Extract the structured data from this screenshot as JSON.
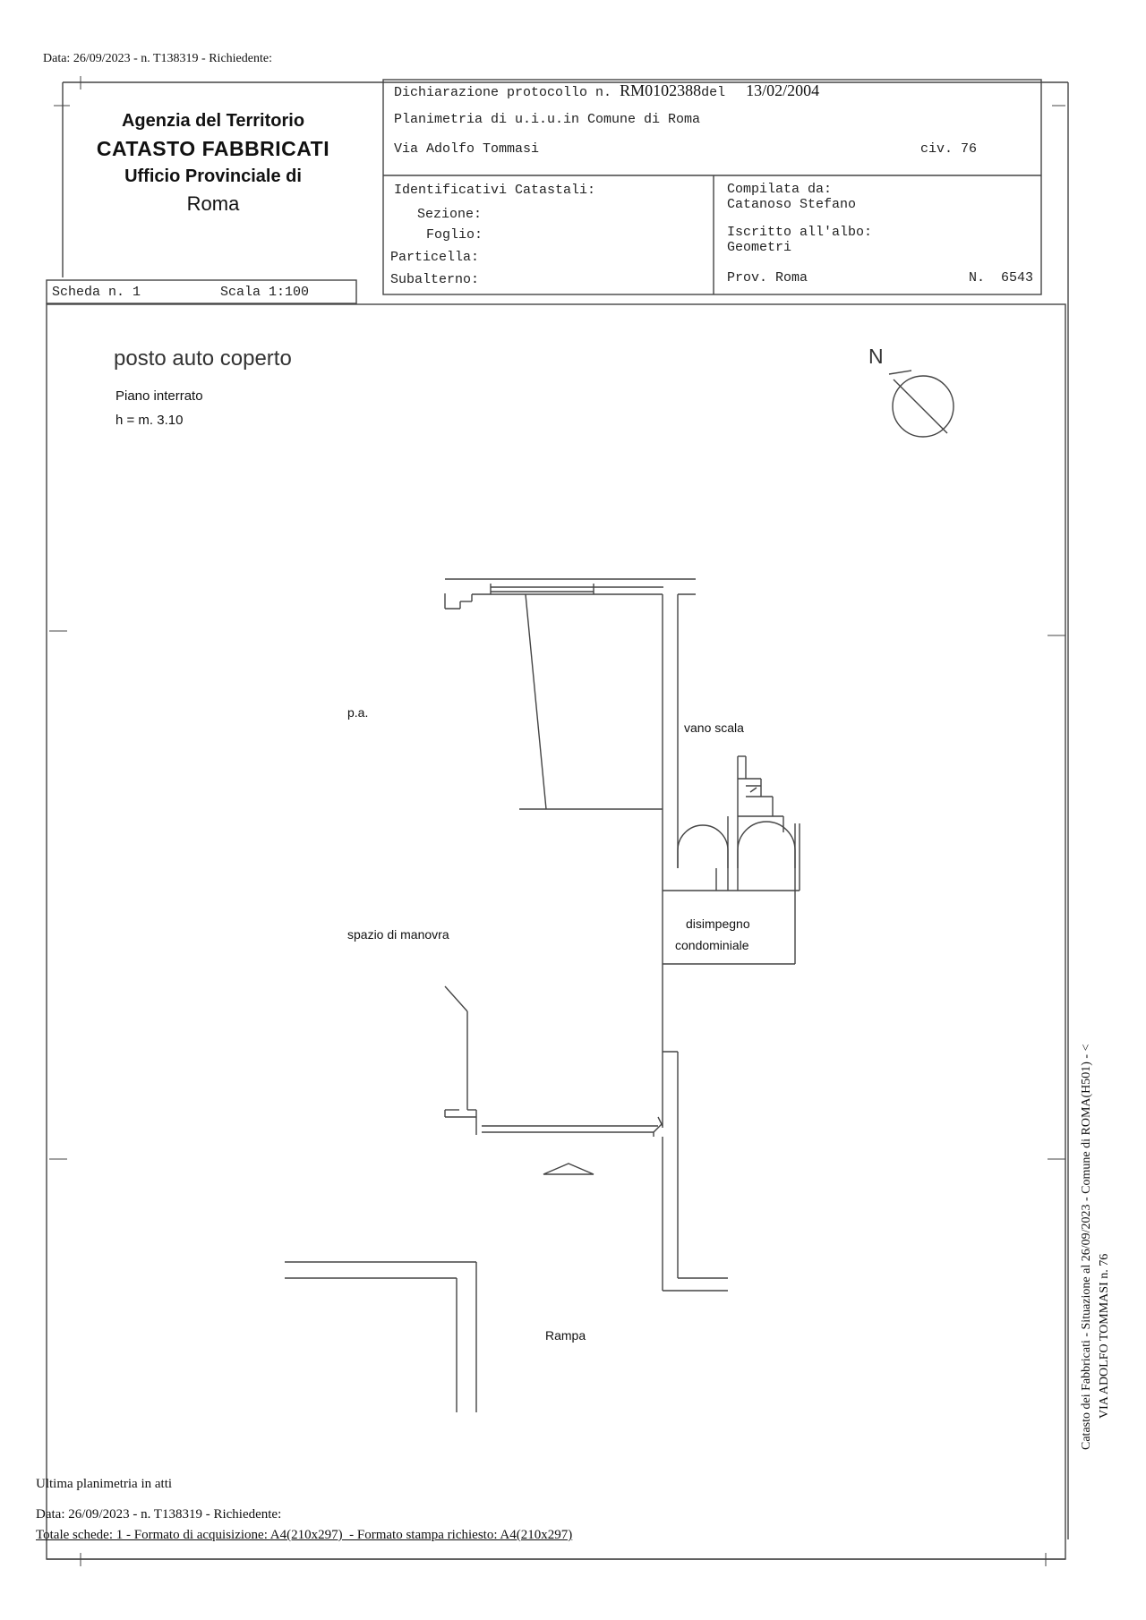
{
  "top_line": "Data: 26/09/2023 - n. T138319 - Richiedente:",
  "agency": {
    "line1": "Agenzia del Territorio",
    "line2": "CATASTO FABBRICATI",
    "line3": "Ufficio Provinciale di",
    "line4": "Roma"
  },
  "declaration": {
    "prefix": "Dichiarazione protocollo n.",
    "number": "RM0102388",
    "del": "del",
    "date": "13/02/2004"
  },
  "planimetria": "Planimetria di u.i.u.in Comune di Roma",
  "address": {
    "street": "Via Adolfo Tommasi",
    "civ": "civ. 76"
  },
  "identificativi": {
    "title": "Identificativi Catastali:",
    "sezione": "Sezione:",
    "foglio": "Foglio:",
    "particella": "Particella:",
    "subalterno": "Subalterno:"
  },
  "compilata": {
    "label": "Compilata da:",
    "name": "Catanoso Stefano",
    "iscritto": "Iscritto all'albo:",
    "albo": "Geometri",
    "prov": "Prov. Roma",
    "n": "N.  6543"
  },
  "scheda": {
    "label": "Scheda n. 1",
    "scala": "Scala 1:100"
  },
  "plan": {
    "title": "posto auto coperto",
    "floor": "Piano interrato",
    "height": "h = m. 3.10",
    "north": "N",
    "labels": {
      "pa": "p.a.",
      "vano_scala": "vano scala",
      "disimpegno1": "disimpegno",
      "disimpegno2": "condominiale",
      "spazio": "spazio di manovra",
      "rampa": "Rampa"
    }
  },
  "footer": {
    "ultima": "Ultima planimetria in atti",
    "data": "Data: 26/09/2023 - n. T138319 - Richiedente:",
    "totale": "Totale schede: 1 - Formato di acquisizione: A4(210x297)  - Formato stampa richiesto: A4(210x297)"
  },
  "side": {
    "line1": "Catasto dei Fabbricati - Situazione al 26/09/2023 - Comune di ROMA(H501) - <",
    "line2": "VIA ADOLFO TOMMASI n. 76"
  }
}
